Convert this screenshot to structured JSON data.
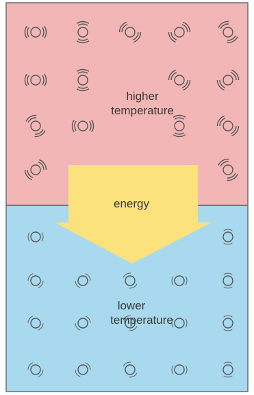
{
  "regions": {
    "hot": {
      "line1": "higher",
      "line2": "temperature",
      "color": "#f3b6b6"
    },
    "cold": {
      "line1": "lower",
      "line2": "temperature",
      "color": "#a8d9ee"
    }
  },
  "arrow": {
    "label": "energy",
    "color": "#fbe27c"
  },
  "particle_color": "#555555",
  "border_color": "#6a6a6a"
}
